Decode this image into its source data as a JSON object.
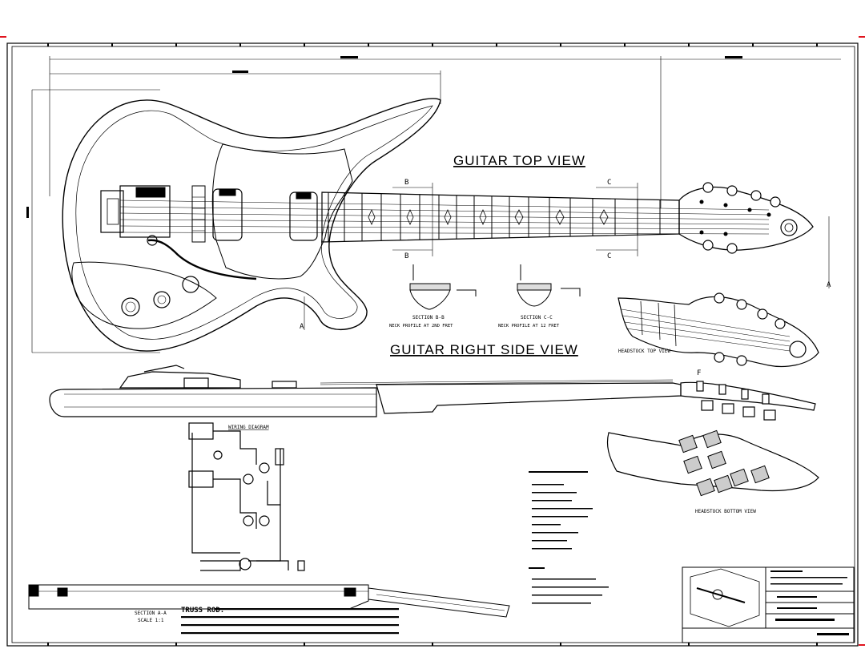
{
  "views": {
    "top_view_title": "GUITAR TOP VIEW",
    "right_side_title": "GUITAR RIGHT SIDE VIEW",
    "headstock_top": "HEADSTOCK TOP VIEW",
    "headstock_bottom": "HEADSTOCK BOTTOM VIEW",
    "wiring_title": "WIRING DIAGRAM"
  },
  "sections": {
    "bb_title": "SECTION B-B",
    "bb_caption": "NECK PROFILE AT 2ND FRET",
    "cc_title": "SECTION C-C",
    "cc_caption": "NECK PROFILE AT 12 FRET",
    "aa_title": "SECTION A-A",
    "aa_scale": "SCALE 1:1"
  },
  "markers": {
    "a": "A",
    "b": "B",
    "c": "C",
    "a_bottom": "A",
    "f": "F"
  },
  "notes": {
    "truss_label": "TRUSS ROD:"
  },
  "colors": {
    "ink": "#000000",
    "paper": "#ffffff",
    "guide_red": "#e0141e"
  }
}
